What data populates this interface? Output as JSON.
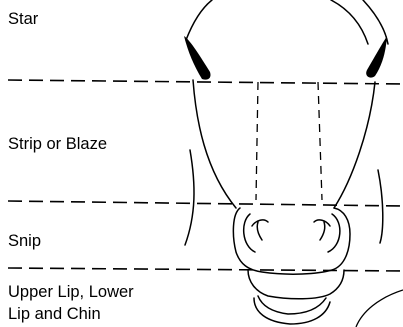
{
  "labels": {
    "star": "Star",
    "strip_or_blaze": "Strip or Blaze",
    "snip": "Snip",
    "upper_lip_line1": "Upper Lip, Lower",
    "upper_lip_line2": "Lip and Chin"
  },
  "colors": {
    "line": "#000000",
    "background": "#ffffff"
  }
}
